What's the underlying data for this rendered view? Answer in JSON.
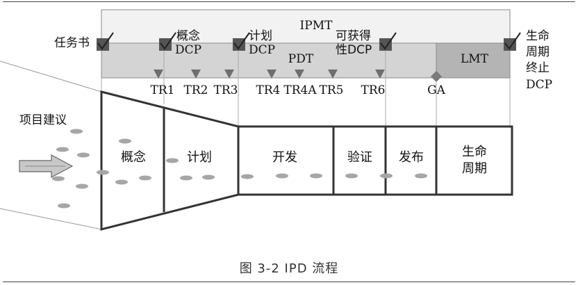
{
  "bands": {
    "ipmt": "IPMT",
    "pdt": "PDT",
    "lmt": "LMT"
  },
  "dcp": {
    "taskbook": "任务书",
    "concept_l1": "概念",
    "concept_l2": "DCP",
    "plan_l1": "计划",
    "plan_l2": "DCP",
    "avail_l1": "可获得",
    "avail_l2": "性DCP",
    "eol_l1": "生命",
    "eol_l2": "周期",
    "eol_l3": "终止",
    "eol_l4": "DCP"
  },
  "reviews": {
    "tr1": "TR1",
    "tr2": "TR2",
    "tr3": "TR3",
    "tr4": "TR4",
    "tr4a": "TR4A",
    "tr5": "TR5",
    "tr6": "TR6",
    "ga": "GA"
  },
  "funnel": {
    "idea_label": "项目建议"
  },
  "phases": {
    "concept": "概念",
    "plan": "计划",
    "develop": "开发",
    "verify": "验证",
    "launch": "发布",
    "lifecycle_l1": "生命",
    "lifecycle_l2": "周期"
  },
  "caption": "图 3-2   IPD 流程"
}
